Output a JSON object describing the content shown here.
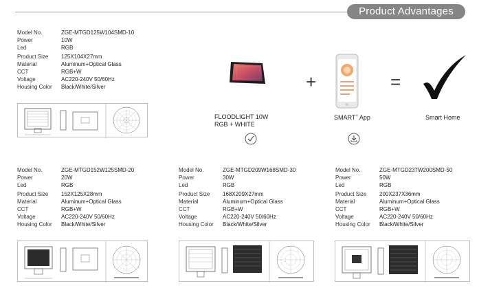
{
  "header": {
    "title": "Product Advantages"
  },
  "labels": {
    "model": "Model No.",
    "power": "Power",
    "led": "Led",
    "size": "Product Size",
    "material": "Material",
    "cct": "CCT",
    "voltage": "Voltage",
    "housing": "Housing Color"
  },
  "products": [
    {
      "model": "ZGE-MTGD125W104SMD-10",
      "power": "10W",
      "led": "RGB",
      "size": "125X104X27mm",
      "material": "Aluminum+Optical Glass",
      "cct": "RGB+W",
      "voltage": "AC220-240V 50/60Hz",
      "housing": "Black/White/Silver"
    },
    {
      "model": "ZGE-MTGD152W125SMD-20",
      "power": "20W",
      "led": "RGB",
      "size": "152X125X28mm",
      "material": "Aluminum+Optical Glass",
      "cct": "RGB+W",
      "voltage": "AC220-240V 50/60Hz",
      "housing": "Black/White/Silver"
    },
    {
      "model": "ZGE-MTGD209W168SMD-30",
      "power": "30W",
      "led": "RGB",
      "size": "168X209X27mm",
      "material": "Aluminum+Optical Glass",
      "cct": "RGB+W",
      "voltage": "AC220-240V 50/60Hz",
      "housing": "Black/White/Silver"
    },
    {
      "model": "ZGE-MTGD237W200SMD-50",
      "power": "50W",
      "led": "RGB",
      "size": "200X237X36mm",
      "material": "Aluminum+Optical Glass",
      "cct": "RGB+W",
      "voltage": "AC220-240V 50/60Hz",
      "housing": "Black/White/Silver"
    }
  ],
  "advantages": {
    "floodlight_line1": "FLOODLIGHT 10W",
    "floodlight_line2": "RGB + WHITE",
    "smart_label": "SMART",
    "smart_sup": "+",
    "smart_suffix": " App",
    "home_label": "Smart Home",
    "plus": "+",
    "equals": "="
  },
  "icons": {
    "check_circle": "check-circle-icon",
    "download_circle": "download-circle-icon",
    "big_check": "checkmark-icon"
  }
}
